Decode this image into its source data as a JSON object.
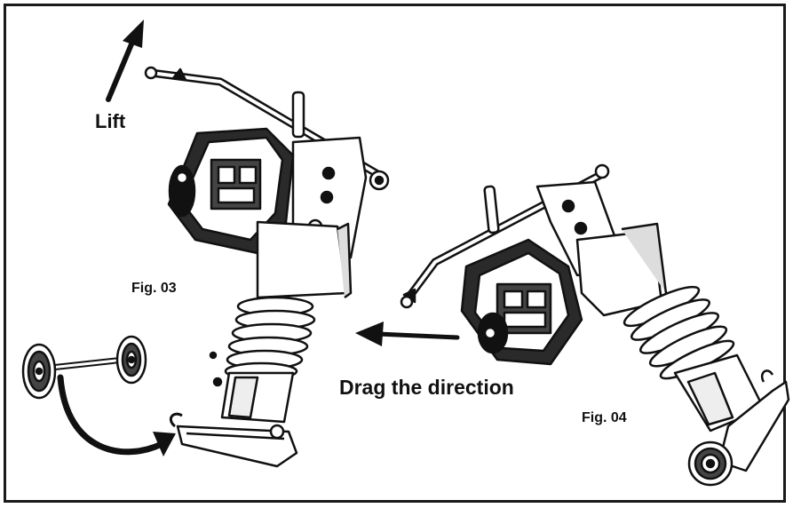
{
  "labels": {
    "lift": "Lift",
    "fig03": "Fig. 03",
    "fig04": "Fig. 04",
    "drag_direction": "Drag the direction"
  },
  "colors": {
    "ink": "#1a1a1a",
    "paper": "#ffffff",
    "shade": "#3a3a3a"
  },
  "icons": {
    "lift_arrow": "arrow-up-right-icon",
    "drag_arrow": "arrow-left-icon",
    "attach_arrow": "curved-arrow-icon"
  }
}
